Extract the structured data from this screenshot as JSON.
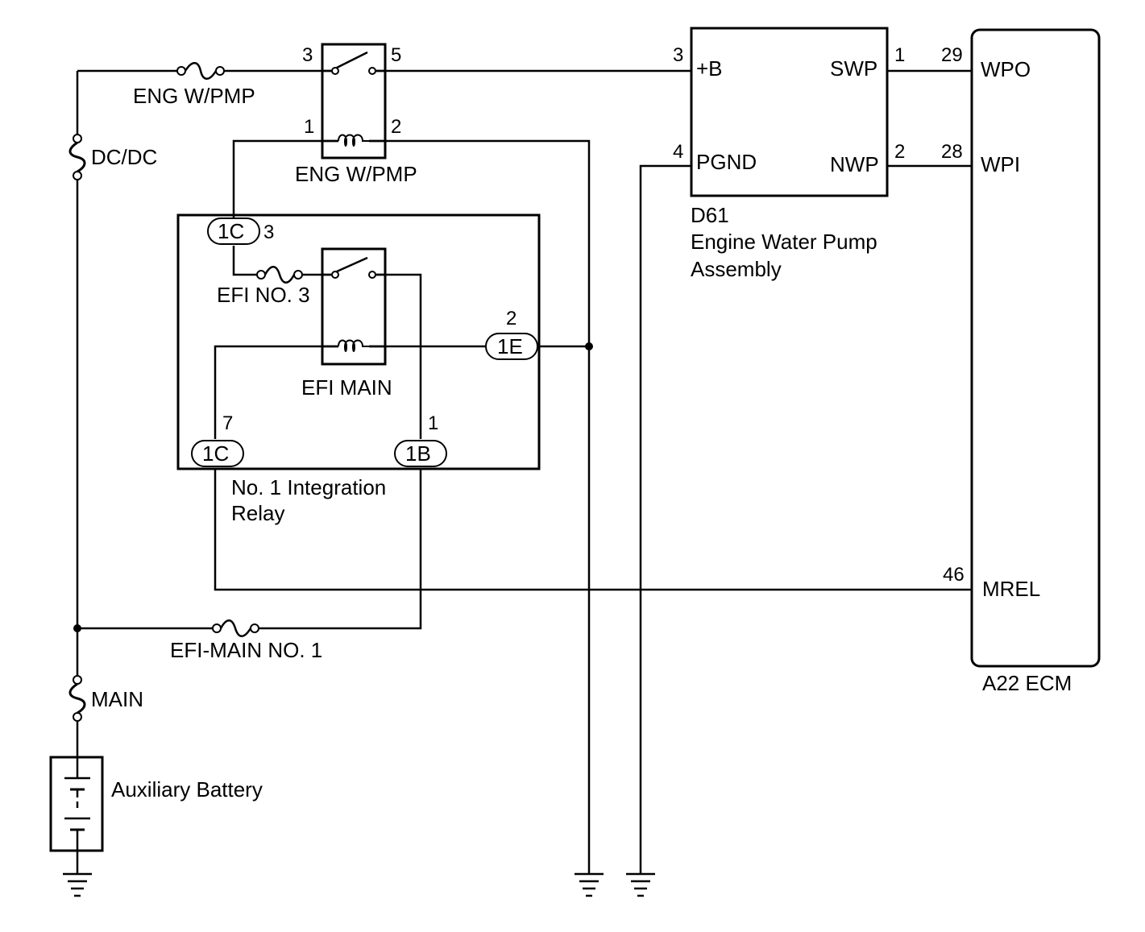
{
  "fuses": {
    "eng_wpmp": "ENG W/PMP",
    "dcdc": "DC/DC",
    "efi_no3": "EFI NO. 3",
    "efi_main_no1": "EFI-MAIN NO. 1",
    "main": "MAIN"
  },
  "relays": {
    "eng_wpmp": {
      "label": "ENG W/PMP",
      "pin_3": "3",
      "pin_5": "5",
      "pin_1": "1",
      "pin_2": "2"
    },
    "efi_main": {
      "label": "EFI MAIN"
    }
  },
  "integration_relay": {
    "label_line1": "No. 1 Integration",
    "label_line2": "Relay",
    "connectors": {
      "top": {
        "name": "1C",
        "pin": "3"
      },
      "right": {
        "name": "1E",
        "pin": "2"
      },
      "bottom_left": {
        "name": "1C",
        "pin": "7"
      },
      "bottom_right": {
        "name": "1B",
        "pin": "1"
      }
    }
  },
  "pump": {
    "id": "D61",
    "name_line1": "Engine Water Pump",
    "name_line2": "Assembly",
    "terminals": [
      {
        "label": "+B",
        "pin": "3"
      },
      {
        "label": "PGND",
        "pin": "4"
      },
      {
        "label": "SWP",
        "pin": "1"
      },
      {
        "label": "NWP",
        "pin": "2"
      }
    ]
  },
  "ecm": {
    "label": "A22 ECM",
    "terminals": [
      {
        "label": "WPO",
        "pin": "29"
      },
      {
        "label": "WPI",
        "pin": "28"
      },
      {
        "label": "MREL",
        "pin": "46"
      }
    ]
  },
  "battery": {
    "label": "Auxiliary Battery"
  }
}
